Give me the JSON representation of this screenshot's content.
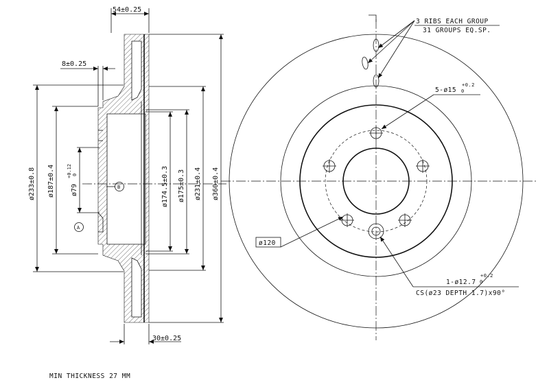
{
  "dimensions": {
    "overall_width": "54±0.25",
    "hat_depth": "8±0.25",
    "disc_thickness": "30±0.25",
    "dia_233": "ø233±0.8",
    "dia_187": "ø187±0.4",
    "dia_79": "ø79",
    "dia_79_tol_upper": "+0.12",
    "dia_79_tol_lower": "0",
    "dia_174_5": "ø174.5±0.3",
    "dia_175": "ø175±0.3",
    "dia_231": "ø231±0.4",
    "dia_360": "ø360±0.4",
    "pcd": "ø120"
  },
  "callouts": {
    "datum_a": "A",
    "datum_b": "B",
    "ribs_line1": "3 RIBS EACH GROUP",
    "ribs_line2": "31 GROUPS EQ.SP.",
    "bolt_holes": "5-ø15",
    "bolt_holes_tol_upper": "+0.2",
    "bolt_holes_tol_lower": "0",
    "pin_hole": "1-ø12.7",
    "pin_hole_tol_upper": "+0.2",
    "pin_hole_tol_lower": "0",
    "countersink": "CS(ø23 DEPTH 1.7)x90°"
  },
  "notes": {
    "min_thickness": "MIN THICKNESS 27 MM"
  }
}
